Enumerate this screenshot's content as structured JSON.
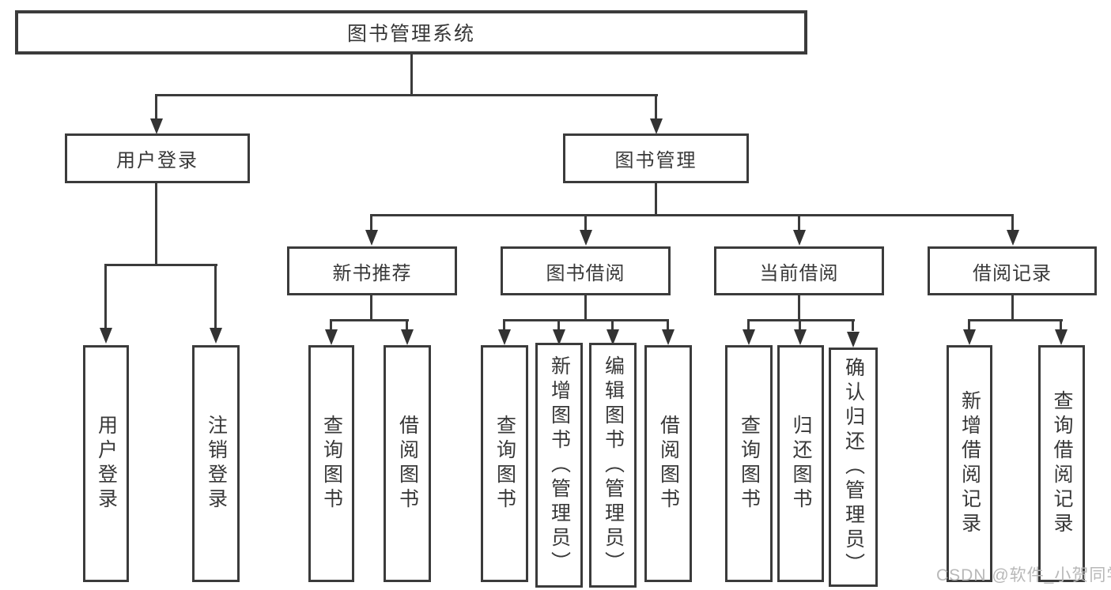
{
  "diagram_title": "图书管理系统",
  "tree": {
    "root": {
      "label": "图书管理系统"
    },
    "branches": [
      {
        "label": "用户登录",
        "children": [
          {
            "label": "用户登录"
          },
          {
            "label": "注销登录"
          }
        ]
      },
      {
        "label": "图书管理",
        "children": [
          {
            "label": "新书推荐",
            "children": [
              {
                "label": "查询图书"
              },
              {
                "label": "借阅图书"
              }
            ]
          },
          {
            "label": "图书借阅",
            "children": [
              {
                "label": "查询图书"
              },
              {
                "label": "新增图书（管理员）"
              },
              {
                "label": "编辑图书（管理员）"
              },
              {
                "label": "借阅图书"
              }
            ]
          },
          {
            "label": "当前借阅",
            "children": [
              {
                "label": "查询图书"
              },
              {
                "label": "归还图书"
              },
              {
                "label": "确认归还（管理员）"
              }
            ]
          },
          {
            "label": "借阅记录",
            "children": [
              {
                "label": "新增借阅记录"
              },
              {
                "label": "查询借阅记录"
              }
            ]
          }
        ]
      }
    ]
  },
  "watermark": {
    "text": "CSDN @软件_小贺同学"
  },
  "colors": {
    "line": "#3b3b3b",
    "text": "#383838",
    "background": "#ffffff",
    "watermark": "#b8b8b8"
  }
}
